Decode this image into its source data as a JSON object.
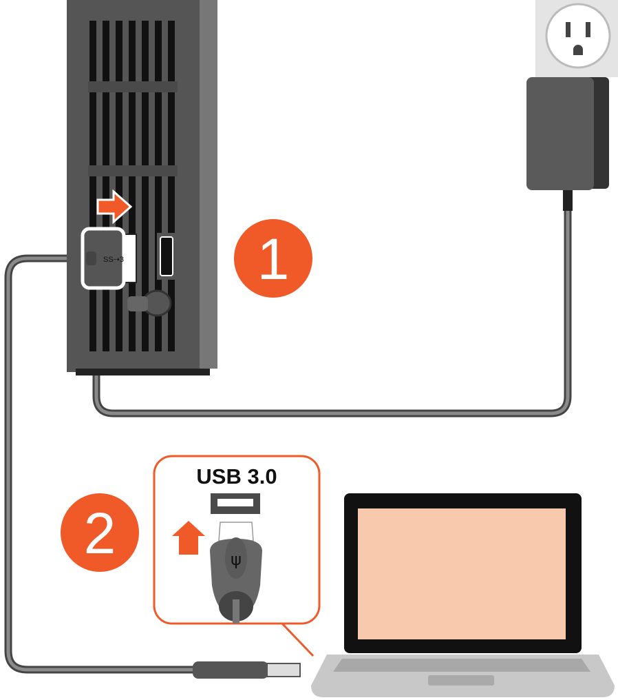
{
  "steps": [
    {
      "number": "1"
    },
    {
      "number": "2"
    }
  ],
  "callout": {
    "label": "USB 3.0"
  },
  "plug_marking": "SS⇢3",
  "colors": {
    "accent": "#f05a28",
    "drive_body": "#555555",
    "cable": "#6b6b6b",
    "screen": "#f9c9ad"
  }
}
